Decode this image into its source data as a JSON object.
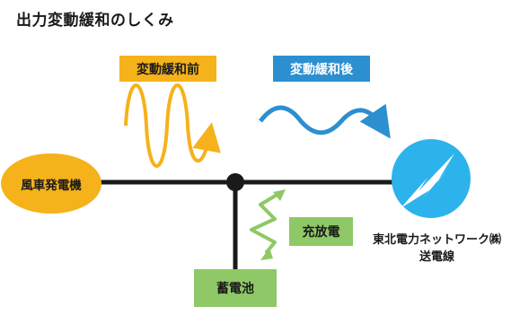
{
  "title": "出力変動緩和のしくみ",
  "labels": {
    "before": "変動緩和前",
    "after": "変動緩和後",
    "generator": "風車発電機",
    "charge_discharge": "充放電",
    "battery": "蓄電池",
    "grid_line1": "東北電力ネットワーク㈱",
    "grid_line2": "送電線"
  },
  "icons": {
    "grid_logo": "lightning-bolt-icon"
  },
  "colors": {
    "before": "#f5b21a",
    "after": "#2b8fd0",
    "battery": "#8fc866",
    "line": "#1a1a1a",
    "logo": "#2db3ec"
  }
}
